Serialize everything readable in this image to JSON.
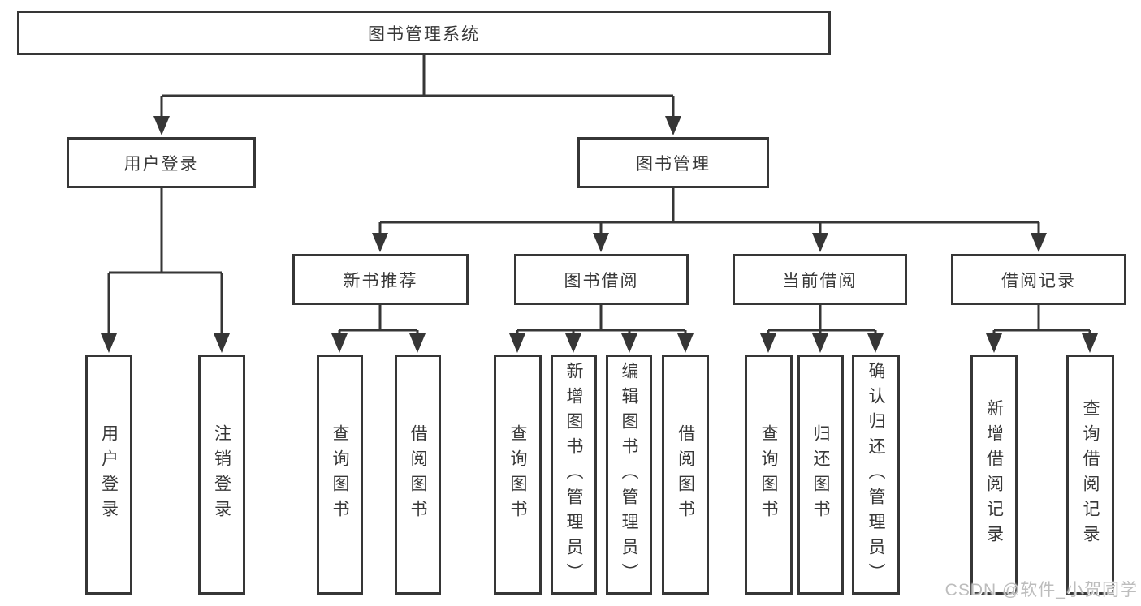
{
  "diagram": {
    "type": "functional-structure-tree",
    "colors": {
      "line": "#363636",
      "border": "#363636",
      "text": "#383838",
      "background": "#ffffff",
      "watermark_text": "#bdbdbd"
    }
  },
  "nodes": {
    "root": {
      "label": "图书管理系统"
    },
    "user_login": {
      "label": "用户登录"
    },
    "book_mgmt": {
      "label": "图书管理"
    },
    "new_book_rec": {
      "label": "新书推荐"
    },
    "book_borrow": {
      "label": "图书借阅"
    },
    "current_borrow": {
      "label": "当前借阅"
    },
    "borrow_records": {
      "label": "借阅记录"
    },
    "leaf_user_login": {
      "label": "用户登录"
    },
    "leaf_logout": {
      "label": "注销登录"
    },
    "leaf_nbr_query": {
      "label": "查询图书"
    },
    "leaf_nbr_borrow": {
      "label": "借阅图书"
    },
    "leaf_bb_query": {
      "label": "查询图书"
    },
    "leaf_bb_add": {
      "label": "新增图书（管理员）"
    },
    "leaf_bb_edit": {
      "label": "编辑图书（管理员）"
    },
    "leaf_bb_borrow": {
      "label": "借阅图书"
    },
    "leaf_cb_query": {
      "label": "查询图书"
    },
    "leaf_cb_return": {
      "label": "归还图书"
    },
    "leaf_cb_confirm": {
      "label": "确认归还（管理员）"
    },
    "leaf_br_add": {
      "label": "新增借阅记录"
    },
    "leaf_br_query": {
      "label": "查询借阅记录"
    }
  },
  "hierarchy": {
    "图书管理系统": {
      "用户登录": [
        "用户登录",
        "注销登录"
      ],
      "图书管理": {
        "新书推荐": [
          "查询图书",
          "借阅图书"
        ],
        "图书借阅": [
          "查询图书",
          "新增图书（管理员）",
          "编辑图书（管理员）",
          "借阅图书"
        ],
        "当前借阅": [
          "查询图书",
          "归还图书",
          "确认归还（管理员）"
        ],
        "借阅记录": [
          "新增借阅记录",
          "查询借阅记录"
        ]
      }
    }
  },
  "watermark": {
    "text": "CSDN @软件_小贺同学"
  }
}
